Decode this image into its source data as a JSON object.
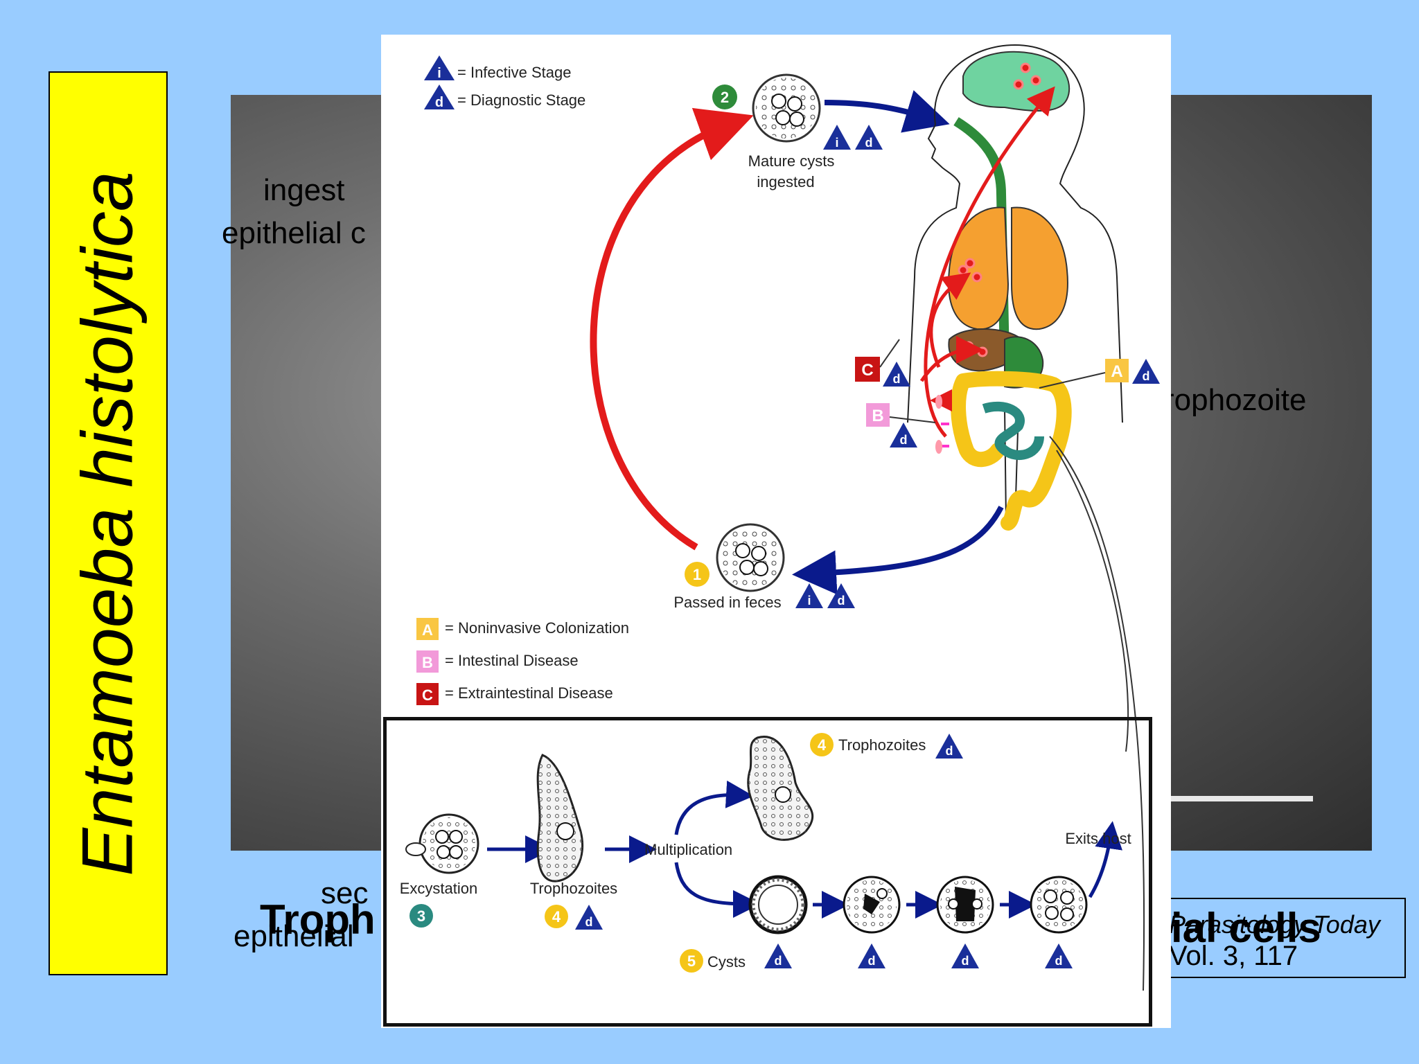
{
  "title": "Entamoeba histolytica",
  "photo_labels": {
    "ingest": "ingest",
    "epithelial_c": "epithelial c",
    "trophozoite": "rophozoite",
    "sec": "sec",
    "epithelial": "epithelial",
    "troph": "Troph",
    "ial_cells": "ial cells",
    "citation_journal": "Parasitology Today",
    "citation_volume": "Vol. 3, 117"
  },
  "legend": {
    "infective": "= Infective Stage",
    "diagnostic": "= Diagnostic Stage",
    "a": "= Noninvasive Colonization",
    "b": "= Intestinal Disease",
    "c": "= Extraintestinal Disease"
  },
  "symbols": {
    "i": "i",
    "d": "d",
    "A": "A",
    "B": "B",
    "C": "C"
  },
  "steps": {
    "s1": "1",
    "s2": "2",
    "s3": "3",
    "s4": "4",
    "s5": "5",
    "passed": "Passed in feces",
    "mature1": "Mature cysts",
    "mature2": "ingested",
    "excystation": "Excystation",
    "trophozoites": "Trophozoites",
    "multiplication": "Multiplication",
    "trophozoites_top": "Trophozoites",
    "cysts": "Cysts",
    "exits": "Exits host"
  },
  "colors": {
    "title_bg": "#ffff00",
    "background": "#99ccff",
    "arrow_red": "#e31b1b",
    "arrow_blue": "#0a1a8c",
    "tri_blue": "#1a2f9a",
    "green_step": "#2e8b3a",
    "yellow_step": "#f5c518",
    "teal_step": "#2a8a80",
    "box_a": "#f9c642",
    "box_b": "#f29ad9",
    "box_c": "#c81414",
    "lungs": "#f5a030",
    "brain": "#6fd3a0",
    "intestine": "#f5c518"
  }
}
